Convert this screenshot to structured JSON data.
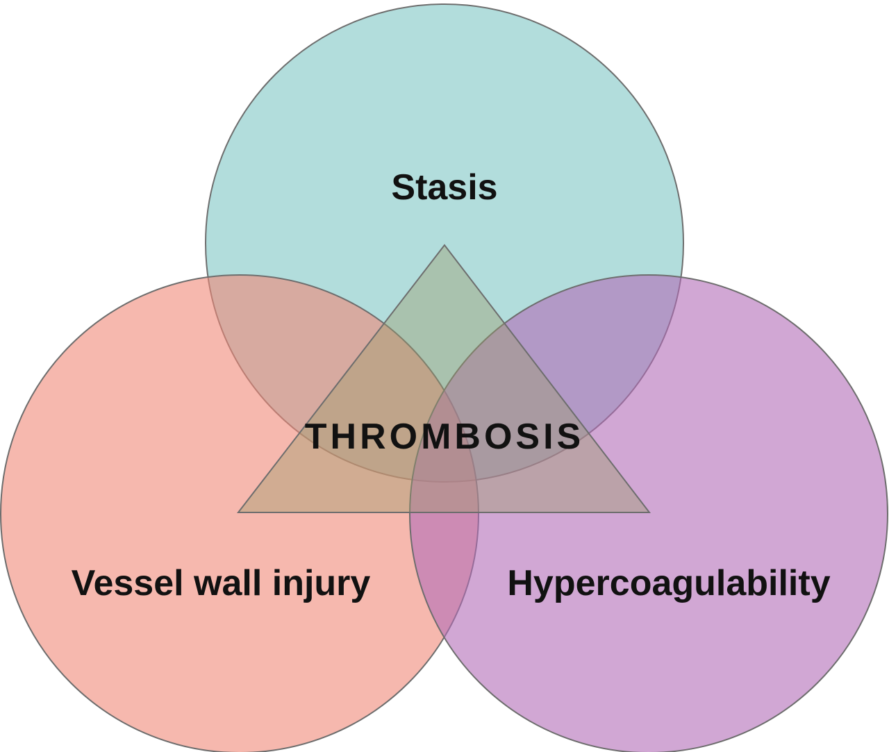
{
  "diagram": {
    "center_label": "THROMBOSIS",
    "circles": [
      {
        "label": "Stasis",
        "color": "#7fc6c5"
      },
      {
        "label": "Vessel wall injury",
        "color": "#f08878"
      },
      {
        "label": "Hypercoagulability",
        "color": "#b36cb8"
      }
    ],
    "triangle_color": "#9a9a6a"
  }
}
